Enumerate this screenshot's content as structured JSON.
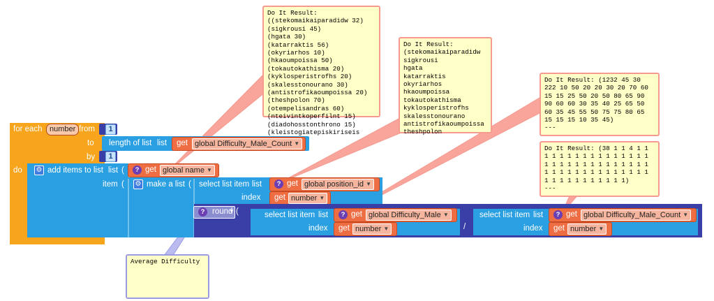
{
  "colors": {
    "control": "#f6a51d",
    "list": "#2a9fe2",
    "variable": "#ee6d43",
    "math": "#3a3ea7",
    "comment_border": "#f49a8f",
    "comment_fill": "#ffffc8"
  },
  "loop": {
    "for_each": "for each",
    "var_name": "number",
    "from": "from",
    "from_value": "1",
    "to": "to",
    "by": "by",
    "by_value": "1",
    "do": "do"
  },
  "length_block": {
    "label": "length of list",
    "list": "list",
    "get": "get",
    "var": "global Difficulty_Male_Count"
  },
  "add_items": {
    "label": "add items to list",
    "list": "list",
    "item": "item",
    "get": "get",
    "list_var": "global name"
  },
  "make_list": {
    "label": "make a list"
  },
  "select_position": {
    "label": "select list item",
    "list": "list",
    "get": "get",
    "list_var": "global position_id",
    "index": "index",
    "index_var": "number"
  },
  "round_block": {
    "label": "round",
    "divide": "/"
  },
  "select_male": {
    "label": "select list item",
    "list": "list",
    "get": "get",
    "list_var": "global Difficulty_Male",
    "index": "index",
    "index_var": "number"
  },
  "select_male_count": {
    "label": "select list item",
    "list": "list",
    "get": "get",
    "list_var": "global Difficulty_Male_Count",
    "index": "index",
    "index_var": "number"
  },
  "comments": {
    "name_result": "Do It Result:\n((stekomaikaiparadidw 32)\n(sigkrousi 45)\n(hgata 30)\n(katarraktis 56)\n(okyriarhos 10)\n(hkaoumpoissa 50)\n(tokautokathisma 20)\n(kyklosperistrofhs 20)\n(skalesstonourano 30)\n(antistrofikaoumpoissa 20)\n(theshpolon 70)\n(otempelisandras 60)\n(nteivintkoperfilnt 15)\n(diadohosstonthrono 15)\n(kleistogiatepiskiriseis",
    "position_result": "Do It Result:\n(stekomaikaiparadidw\nsigkrousi\nhgata\nkatarraktis\nokyriarhos\nhkaoumpoissa\ntokautokathisma\nkyklosperistrofhs\nskalesstonourano\nantistrofikaoumpoissa\ntheshpolon",
    "male_result": "Do It Result: (1232 45 30\n222 10 50 20 20 30 20 70 60\n15 15 25 50 20 50 80 65 90\n90 60 60 30 35 40 25 65 50\n60 35 45 55 50 75 75 80 65\n15 15 15 10 35 45)\n---",
    "count_result": "Do It Result: (38 1 1 4 1 1\n1 1 1 1 1 1 1 1 1 1 1 1 1 1\n1 1 1 1 1 1 1 1 1 1 1 1 1 1\n1 1 1 1 1 1 1 1 1 1 1 1 1 1\n1 1 1 1 1 1 1 1 1 1 1)\n---",
    "avg_label": "Average Difficulty"
  }
}
